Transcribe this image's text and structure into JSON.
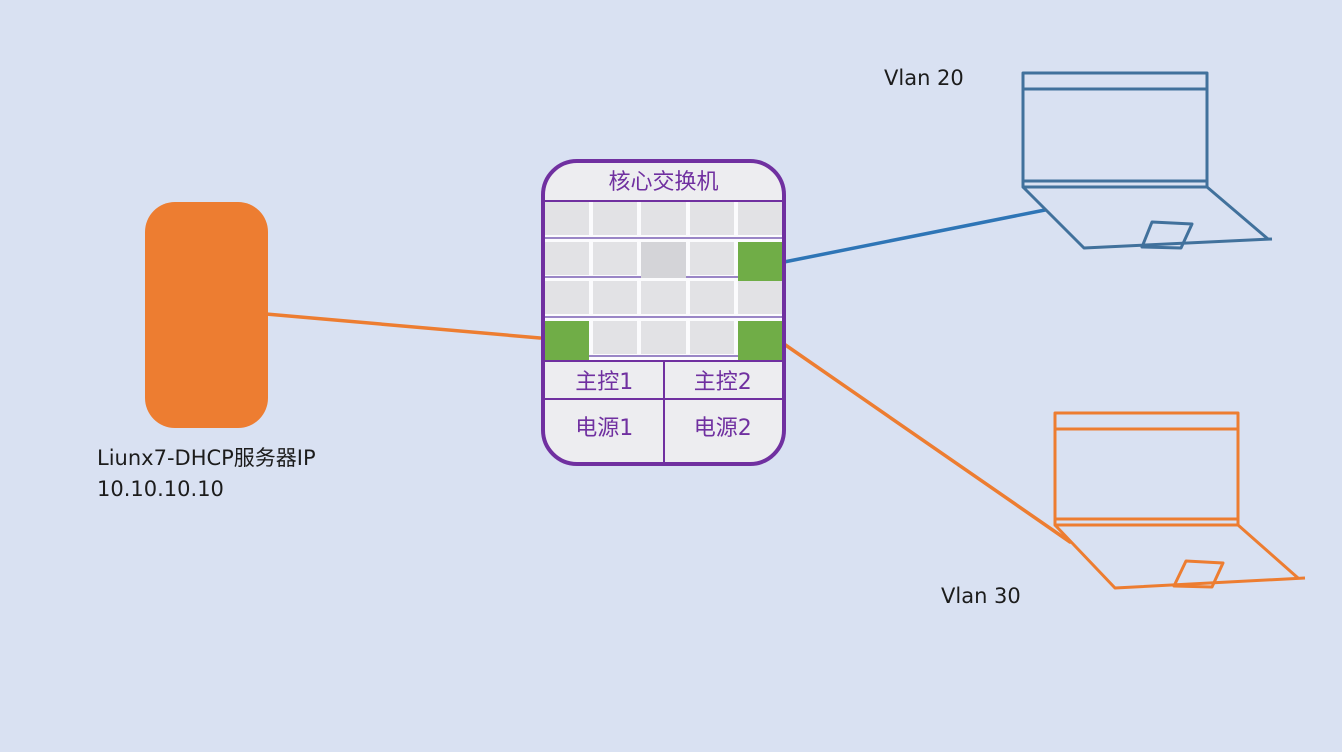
{
  "colors": {
    "page_bg": "#d9e1f2",
    "orange": "#ed7d31",
    "purple": "#7030a0",
    "purple_light": "#9a86c6",
    "green": "#70ad47",
    "steel_blue": "#41719c",
    "connector_blue": "#2e75b6",
    "cell_gray": "#e2e2e5",
    "cell_dim": "#d4d4d8",
    "switch_bg": "#ededf0",
    "text_dark": "#1c1c1c"
  },
  "server": {
    "label_line1": "Liunx7-DHCP服务器IP",
    "label_line2": "10.10.10.10"
  },
  "switch": {
    "title": "核心交换机",
    "controller1": "主控1",
    "controller2": "主控2",
    "power1": "电源1",
    "power2": "电源2",
    "port_grid": {
      "rows": 4,
      "cols": 5,
      "active_ports": [
        [
          2,
          5
        ],
        [
          4,
          1
        ],
        [
          4,
          5
        ]
      ],
      "dim_port": [
        2,
        3
      ]
    }
  },
  "laptops": {
    "vlan20": {
      "label": "Vlan 20"
    },
    "vlan30": {
      "label": "Vlan 30"
    }
  }
}
